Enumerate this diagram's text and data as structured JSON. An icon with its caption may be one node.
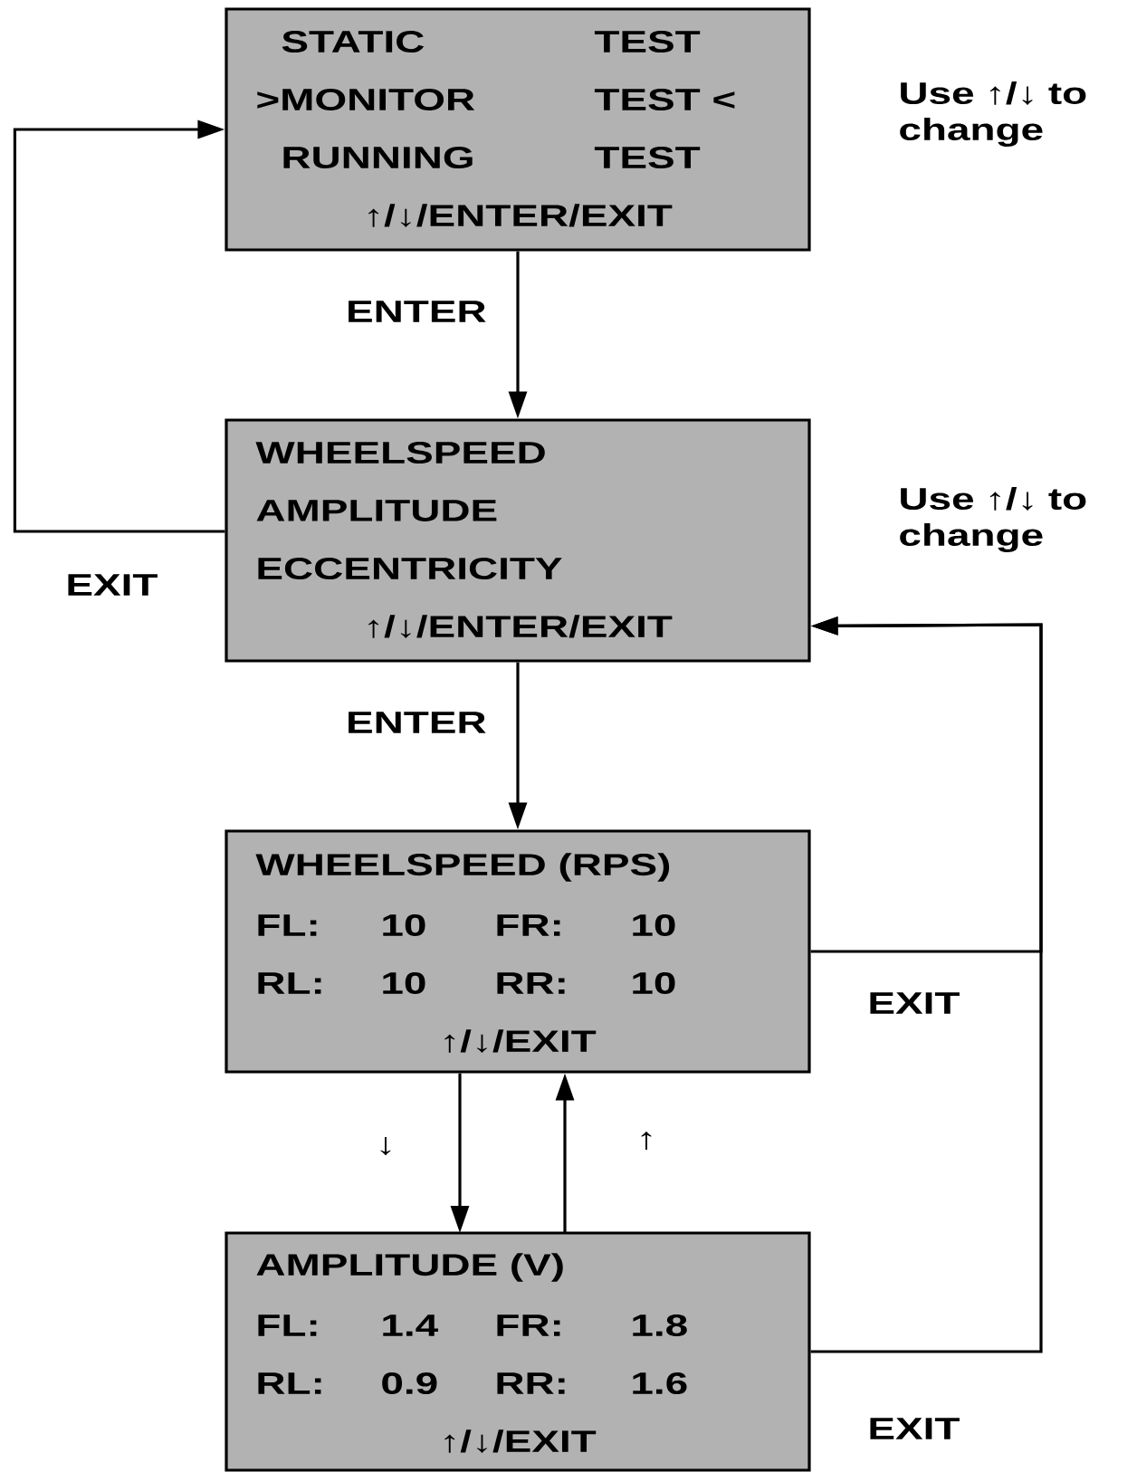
{
  "diagram": {
    "nodes": [
      {
        "text": [
          "STATIC",
          "TEST",
          ">MONITOR",
          "TEST <",
          "RUNNING",
          "TEST",
          "↑/↓/ENTER/EXIT"
        ],
        "beside": [
          "Use ↑/↓ to change"
        ]
      },
      {
        "text": [
          "WHEELSPEED",
          "AMPLITUDE",
          "ECCENTRICITY",
          "↑/↓/ENTER/EXIT"
        ],
        "beside": [
          "Use ↑/↓ to change"
        ]
      },
      {
        "text": [
          "WHEELSPEED (RPS)",
          "FL:",
          "10",
          "FR:",
          "10",
          "RL:",
          "10",
          "RR:",
          "10",
          "↑/↓/EXIT"
        ]
      },
      {
        "text": [
          "AMPLITUDE (V)",
          "FL:",
          "1.4",
          "FR:",
          "1.8",
          "RL:",
          "0.9",
          "RR:",
          "1.6",
          "↑/↓/EXIT"
        ]
      }
    ],
    "edges": [
      {
        "from": 0,
        "to": 1,
        "arrow": "to",
        "label": "ENTER"
      },
      {
        "from": 1,
        "to": 0,
        "arrow": "to",
        "label": "EXIT"
      },
      {
        "from": 1,
        "to": 2,
        "arrow": "to",
        "label": "ENTER"
      },
      {
        "from": 2,
        "to": 1,
        "arrow": "to",
        "label": "EXIT"
      },
      {
        "from": 3,
        "to": 1,
        "arrow": "to",
        "label": "EXIT"
      },
      {
        "from": 2,
        "to": 3,
        "arrow": "to",
        "label": "↓"
      },
      {
        "from": 3,
        "to": 2,
        "arrow": "to",
        "label": "↑"
      }
    ]
  }
}
